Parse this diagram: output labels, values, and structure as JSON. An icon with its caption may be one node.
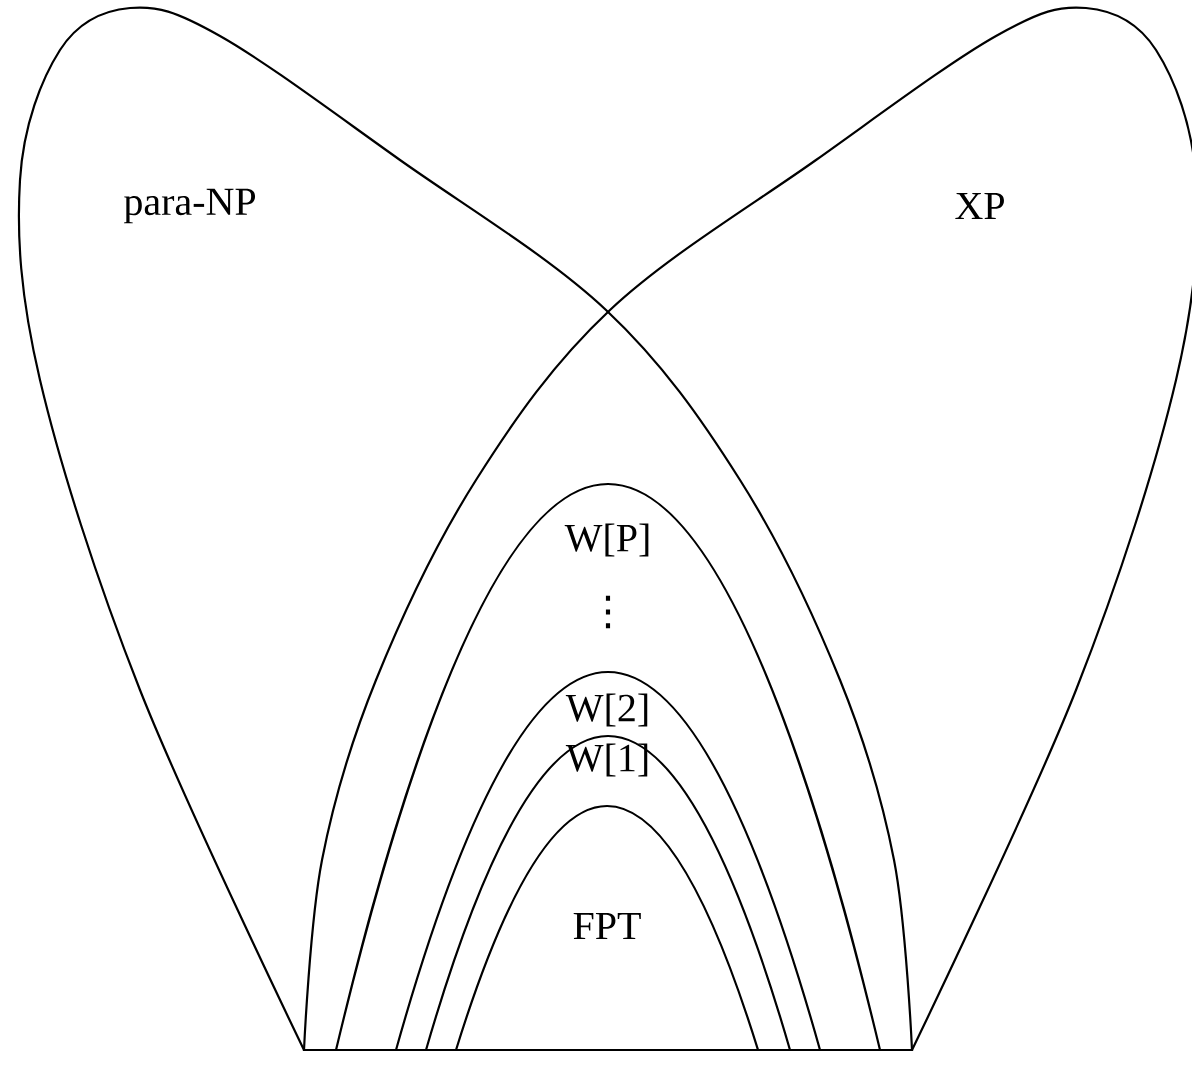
{
  "diagram": {
    "nodes": [
      {
        "text": [
          "para-NP"
        ]
      },
      {
        "text": [
          "XP"
        ]
      },
      {
        "text": [
          "W[P]"
        ]
      },
      {
        "text": [
          "W[2]"
        ],
        "in": 2
      },
      {
        "text": [
          "W[1]"
        ],
        "in": 3
      },
      {
        "text": [
          "FPT"
        ],
        "in": 4
      }
    ],
    "labels": [
      "⋮"
    ]
  }
}
